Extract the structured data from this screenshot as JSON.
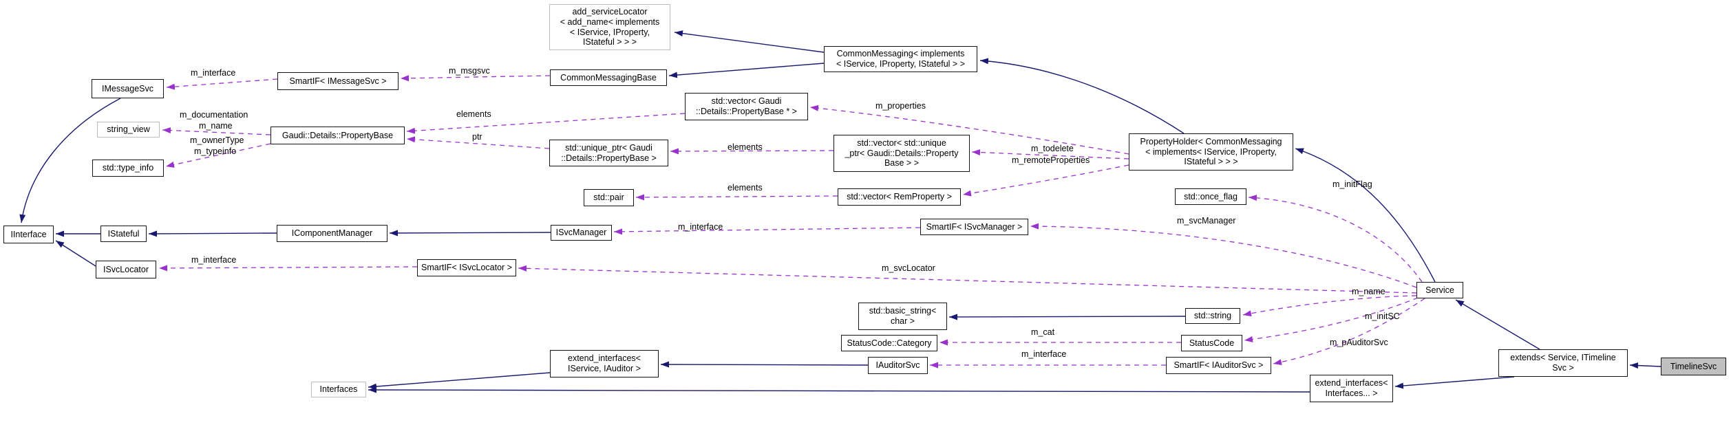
{
  "colors": {
    "inheritance_edge": "#191970",
    "usage_edge": "#9932CC",
    "node_border": "#141414",
    "plain_node_border": "#bcbcbc",
    "current_node_fill": "#bfbfbf",
    "background": "#ffffff"
  },
  "nodes": {
    "add_service_locator": {
      "label": "add_serviceLocator\n< add_name< implements\n< IService, IProperty,\nIStateful > > >"
    },
    "common_messaging": {
      "label": "CommonMessaging< implements\n< IService, IProperty, IStateful > >"
    },
    "imessagesvc": {
      "label": "IMessageSvc"
    },
    "smartif_imessagesvc": {
      "label": "SmartIF< IMessageSvc >"
    },
    "common_messaging_base": {
      "label": "CommonMessagingBase"
    },
    "string_view": {
      "label": "string_view"
    },
    "property_base": {
      "label": "Gaudi::Details::PropertyBase"
    },
    "type_info": {
      "label": "std::type_info"
    },
    "vector_property_base": {
      "label": "std::vector< Gaudi\n::Details::PropertyBase * >"
    },
    "unique_ptr_property_base": {
      "label": "std::unique_ptr< Gaudi\n::Details::PropertyBase >"
    },
    "vector_unique_ptr": {
      "label": "std::vector< std::unique\n_ptr< Gaudi::Details::Property\nBase > >"
    },
    "std_pair": {
      "label": "std::pair"
    },
    "vector_rem_property": {
      "label": "std::vector< RemProperty >"
    },
    "property_holder": {
      "label": "PropertyHolder< CommonMessaging\n< implements< IService, IProperty,\nIStateful > > >"
    },
    "once_flag": {
      "label": "std::once_flag"
    },
    "iinterface": {
      "label": "IInterface"
    },
    "istateful": {
      "label": "IStateful"
    },
    "icomponent_manager": {
      "label": "IComponentManager"
    },
    "isvc_manager": {
      "label": "ISvcManager"
    },
    "smartif_isvc_manager": {
      "label": "SmartIF< ISvcManager >"
    },
    "isvc_locator": {
      "label": "ISvcLocator"
    },
    "smartif_isvc_locator": {
      "label": "SmartIF< ISvcLocator >"
    },
    "service": {
      "label": "Service"
    },
    "basic_string": {
      "label": "std::basic_string<\nchar >"
    },
    "std_string": {
      "label": "std::string"
    },
    "statuscode_category": {
      "label": "StatusCode::Category"
    },
    "statuscode": {
      "label": "StatusCode"
    },
    "iauditor_svc": {
      "label": "IAuditorSvc"
    },
    "smartif_iauditor_svc": {
      "label": "SmartIF< IAuditorSvc >"
    },
    "extend_interfaces_iservice_iauditor": {
      "label": "extend_interfaces<\nIService, IAuditor >"
    },
    "interfaces": {
      "label": "Interfaces"
    },
    "extend_interfaces_variadic": {
      "label": "extend_interfaces<\nInterfaces... >"
    },
    "extends_service_itimelinesvc": {
      "label": "extends< Service, ITimeline\nSvc >"
    },
    "timeline_svc": {
      "label": "TimelineSvc"
    }
  },
  "edge_labels": {
    "msgsvc_interface": "m_interface",
    "msgsvc": "m_msgsvc",
    "documentation": "m_documentation",
    "name_prop": "m_name",
    "owner_type": "m_ownerType",
    "typeinfo": "m_typeinfo",
    "elements_vector_pb": "elements",
    "ptr": "ptr",
    "properties": "m_properties",
    "elements_unique": "elements",
    "todelete": "m_todelete",
    "remote_properties": "m_remoteProperties",
    "elements_rem": "elements",
    "init_flag": "m_initFlag",
    "svc_manager": "m_svcManager",
    "svcmgr_interface": "m_interface",
    "svcloc_interface": "m_interface",
    "svc_locator": "m_svcLocator",
    "name_service": "m_name",
    "init_sc": "m_initSC",
    "cat": "m_cat",
    "p_auditor_svc": "m_pAuditorSvc",
    "auditor_interface": "m_interface"
  }
}
